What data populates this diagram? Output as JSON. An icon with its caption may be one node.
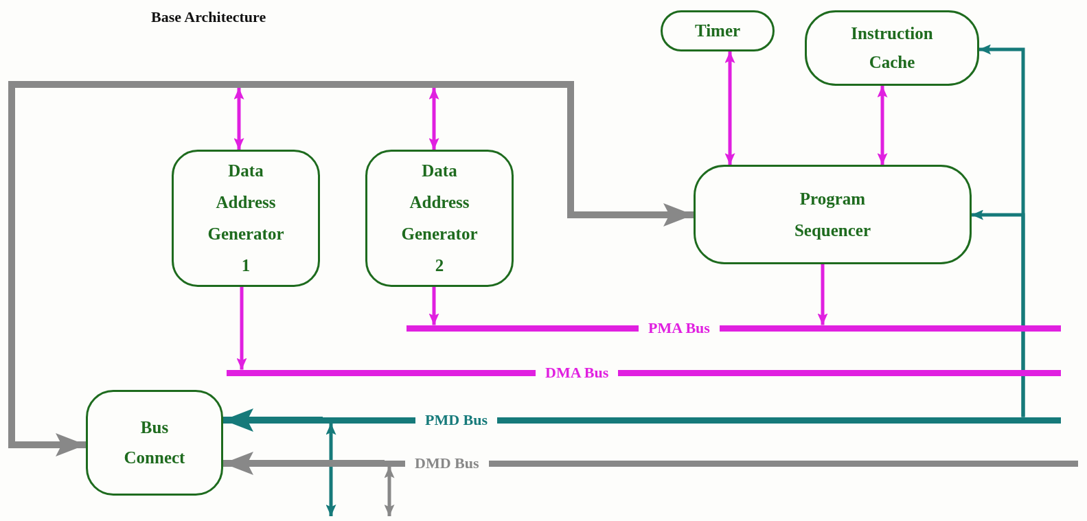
{
  "diagram": {
    "title": "Base Architecture",
    "nodes": [
      {
        "text": [
          "Timer"
        ]
      },
      {
        "text": [
          "Instruction Cache"
        ]
      },
      {
        "text": [],
        "shape": "bar"
      },
      {
        "text": [
          "Data Address Generator 1"
        ]
      },
      {
        "text": [
          "Data Address Generator 2"
        ]
      },
      {
        "text": [
          "Program Sequencer"
        ]
      },
      {
        "text": [
          "PMA Bus"
        ]
      },
      {
        "text": [
          "DMA Bus"
        ]
      },
      {
        "text": [
          "Bus Connect"
        ]
      },
      {
        "text": [
          "PMD Bus"
        ]
      },
      {
        "text": [
          "DMD Bus"
        ]
      }
    ],
    "edges": [
      {
        "from": 2,
        "to": 8,
        "arrow": "to",
        "style": "thick",
        "color": "#888888"
      },
      {
        "from": 2,
        "to": 5,
        "arrow": "to",
        "style": "thick",
        "color": "#888888"
      },
      {
        "from": 2,
        "to": 3,
        "arrow": "both"
      },
      {
        "from": 2,
        "to": 4,
        "arrow": "both"
      },
      {
        "from": 0,
        "to": 5,
        "arrow": "both"
      },
      {
        "from": 1,
        "to": 5,
        "arrow": "both"
      },
      {
        "from": 4,
        "to": 6,
        "arrow": "to"
      },
      {
        "from": 5,
        "to": 6,
        "arrow": "to"
      },
      {
        "from": 3,
        "to": 7,
        "arrow": "to"
      },
      {
        "from": 9,
        "to": 8,
        "arrow": "to",
        "style": "thick",
        "color": "#167a7a"
      },
      {
        "from": 9,
        "to": 1,
        "arrow": "to",
        "color": "#167a7a"
      },
      {
        "from": 9,
        "to": 5,
        "arrow": "to",
        "color": "#167a7a"
      },
      {
        "from": 9,
        "to": null,
        "arrow": "both",
        "color": "#167a7a"
      },
      {
        "from": 10,
        "to": 8,
        "arrow": "to",
        "style": "thick",
        "color": "#888888"
      },
      {
        "from": 10,
        "to": null,
        "arrow": "both",
        "color": "#888888"
      }
    ]
  }
}
